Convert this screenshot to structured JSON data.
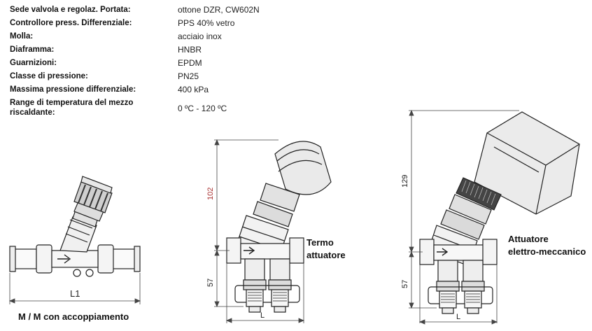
{
  "specs": [
    {
      "label": "Sede valvola e regolaz. Portata:",
      "value": "ottone DZR, CW602N"
    },
    {
      "label": "Controllore press. Differenziale:",
      "value": "PPS 40% vetro"
    },
    {
      "label": "Molla:",
      "value": "acciaio inox"
    },
    {
      "label": "Diaframma:",
      "value": "HNBR"
    },
    {
      "label": "Guarnizioni:",
      "value": "EPDM"
    },
    {
      "label": "Classe di pressione:",
      "value": "PN25"
    },
    {
      "label": "Massima pressione differenziale:",
      "value": "400 kPa"
    },
    {
      "label": "Range di temperatura del mezzo riscaldante:",
      "value": "0 ºC - 120 ºC"
    }
  ],
  "drawings": {
    "left": {
      "dimension": "L1",
      "caption": "M / M con accoppiamento"
    },
    "middle": {
      "dim_top": "102",
      "dim_bottom": "57",
      "dim_width": "L",
      "caption_line1": "Termo",
      "caption_line2": "attuatore"
    },
    "right": {
      "dim_top": "129",
      "dim_bottom": "57",
      "dim_width": "L",
      "caption_line1": "Attuatore",
      "caption_line2": "elettro-meccanico"
    }
  }
}
